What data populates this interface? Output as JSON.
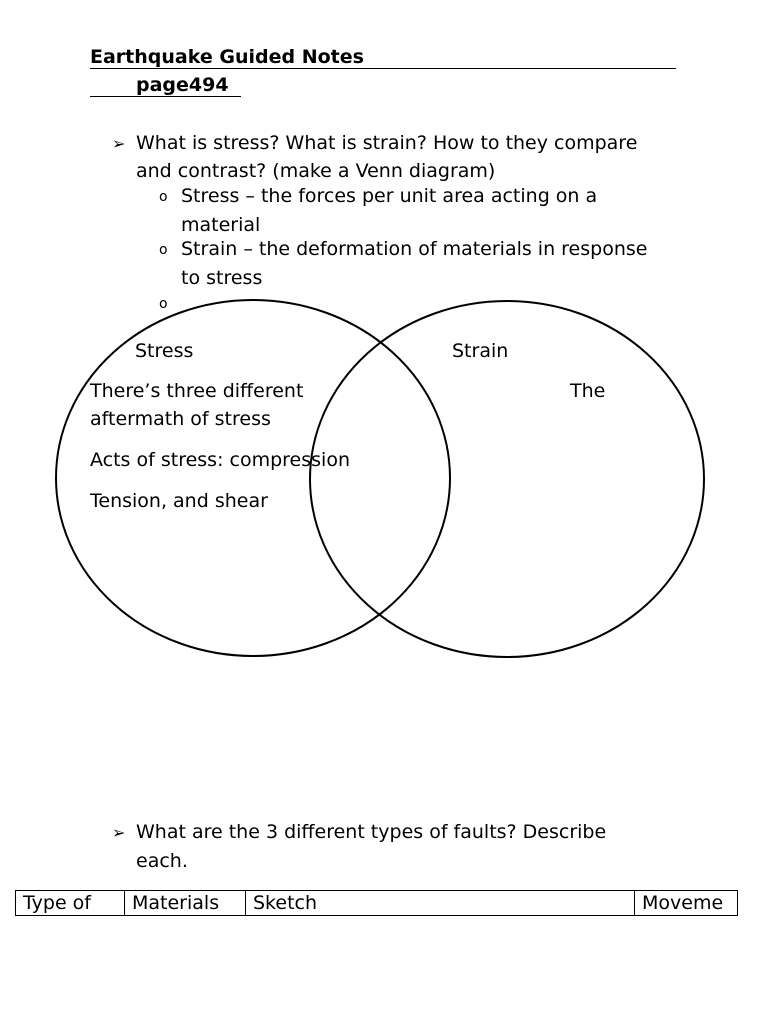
{
  "header": {
    "title": "Earthquake   Guided Notes",
    "page": "page494"
  },
  "question1": {
    "marker": "➢",
    "line1": "What is stress?  What is strain? How to they compare",
    "line2": "and contrast? (make a Venn diagram)",
    "sub_marker": "o",
    "items": [
      {
        "line1": "Stress – the forces per unit area acting on a",
        "line2": "material"
      },
      {
        "line1": "Strain – the deformation of materials in response",
        "line2": "to stress"
      },
      {
        "line1": "",
        "line2": ""
      }
    ]
  },
  "venn": {
    "left_label": "Stress",
    "right_label": "Strain",
    "left_lines": [
      "There’s three different",
      "aftermath of stress",
      "Acts of stress: compression",
      "Tension, and shear"
    ],
    "right_text": "The"
  },
  "question2": {
    "marker": "➢",
    "line1": "What are the 3 different types of faults? Describe",
    "line2": "each."
  },
  "table": {
    "headers": [
      "Type of",
      "Materials",
      "Sketch",
      "Moveme"
    ]
  }
}
